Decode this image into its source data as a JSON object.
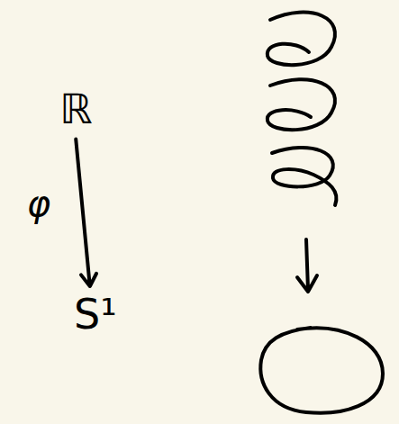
{
  "diagram": {
    "nodes": [
      {
        "text": [
          "ℝ"
        ]
      },
      {
        "text": [
          "S¹"
        ]
      }
    ],
    "edges": [
      {
        "from": 0,
        "to": 1,
        "arrow": "to",
        "label": "φ"
      }
    ]
  }
}
